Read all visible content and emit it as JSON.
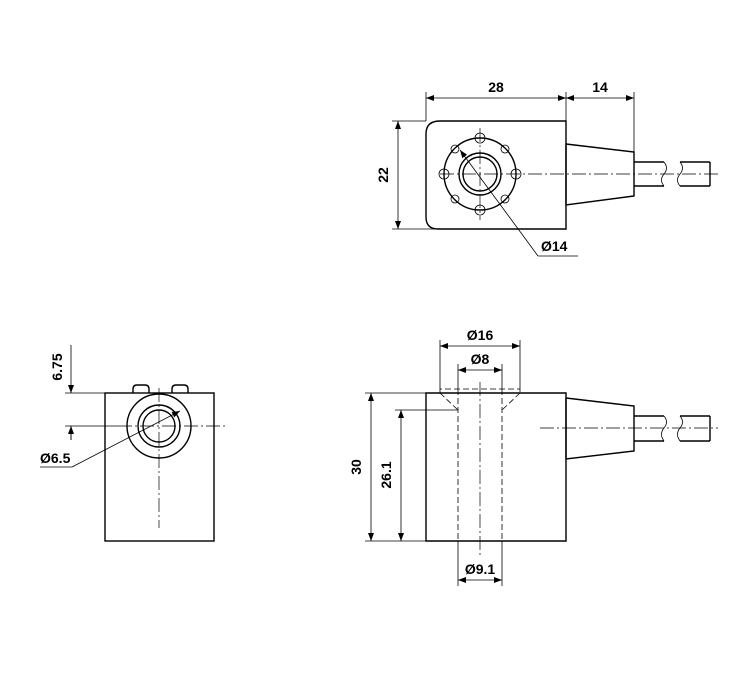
{
  "colors": {
    "line": "#000000",
    "background": "#ffffff"
  },
  "dimensions": {
    "top_width": "28",
    "top_cable": "14",
    "top_height": "22",
    "top_hole_diameter": "Ø14",
    "side_offset": "6.75",
    "side_hole_diameter": "Ø6.5",
    "front_outer_diameter": "Ø16",
    "front_inner_diameter": "Ø8",
    "front_height": "30",
    "front_inner_height": "26.1",
    "front_bottom_diameter": "Ø9.1"
  }
}
